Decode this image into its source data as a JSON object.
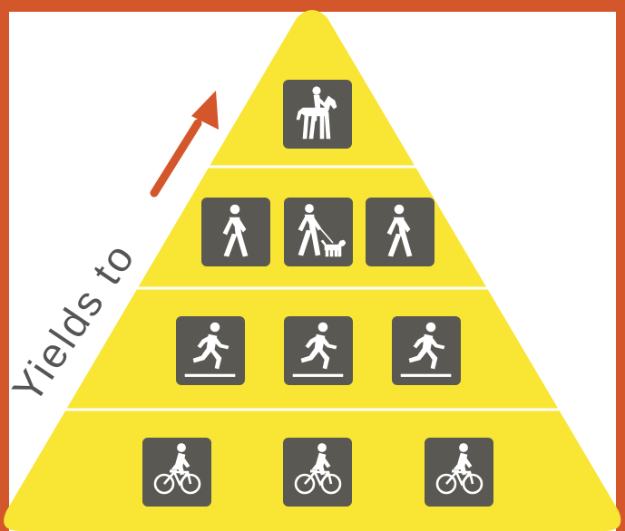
{
  "colors": {
    "border": "#D4562B",
    "pyramid": "#F9E534",
    "divider": "#FFFFFF",
    "icon_tile": "#5A5852",
    "icon_glyph": "#FFFFFF",
    "arrow": "#D4562B",
    "label": "#555555"
  },
  "diagram": {
    "label": "Yields to",
    "tiers": [
      {
        "name": "horseback-riders",
        "icons": [
          "horse-rider-icon"
        ]
      },
      {
        "name": "pedestrians",
        "icons": [
          "hiker-icon",
          "dog-walker-icon",
          "hiker-icon"
        ]
      },
      {
        "name": "runners",
        "icons": [
          "runner-icon",
          "runner-icon",
          "runner-icon"
        ]
      },
      {
        "name": "cyclists",
        "icons": [
          "cyclist-icon",
          "cyclist-icon",
          "cyclist-icon"
        ]
      }
    ]
  }
}
